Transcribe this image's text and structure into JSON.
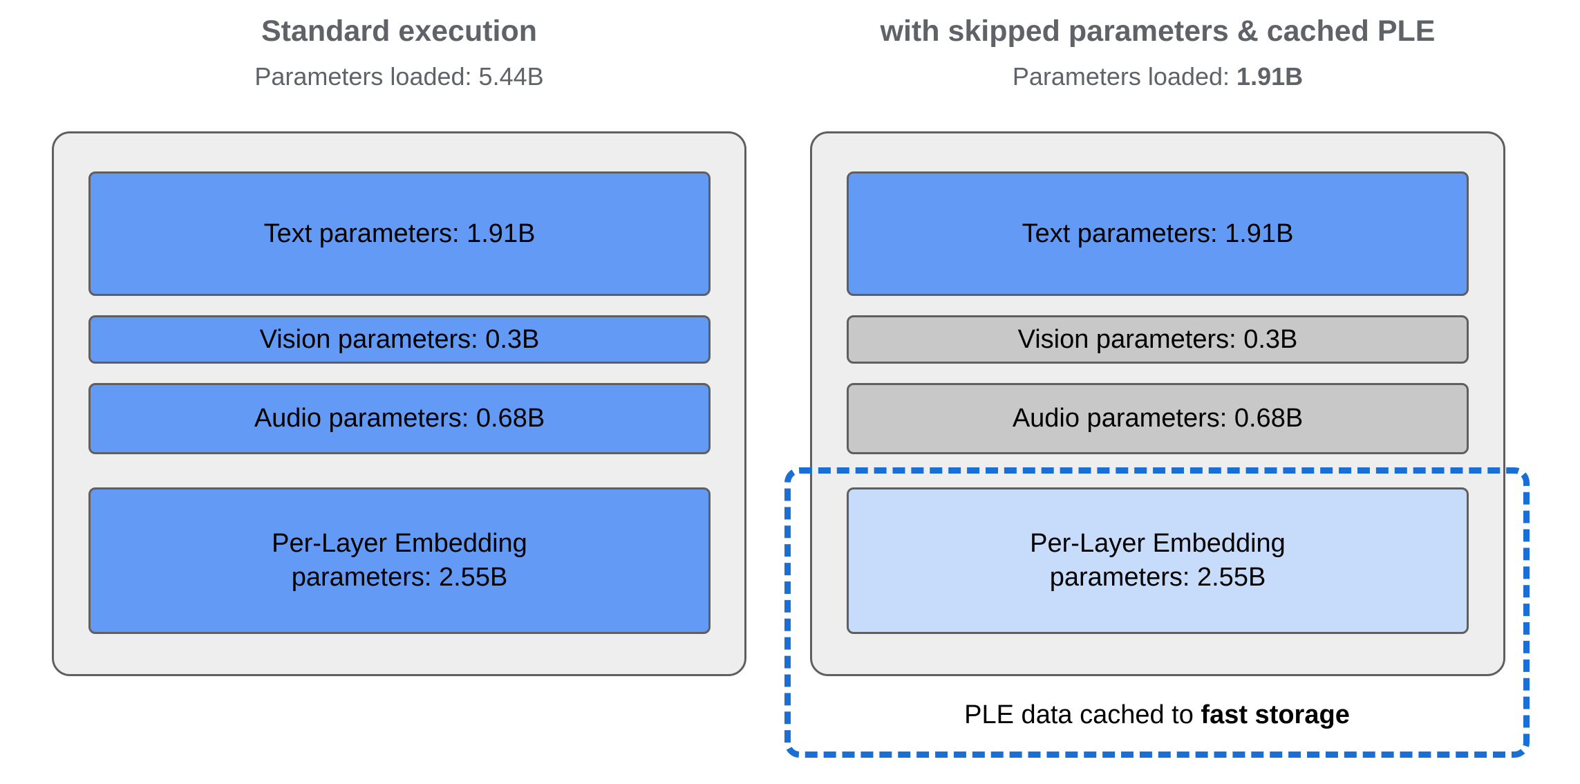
{
  "figure": {
    "title": "",
    "columns": [
      {
        "id": "standard",
        "title": "Standard execution",
        "subtitle_prefix": "Parameters loaded: ",
        "subtitle_value": "5.44B",
        "subtitle_value_bold": false,
        "boxes": [
          {
            "id": "text",
            "label": "Text parameters: 1.91B",
            "state": "loaded",
            "color": "#629af5",
            "value_b": 1.91
          },
          {
            "id": "vision",
            "label": "Vision parameters: 0.3B",
            "state": "loaded",
            "color": "#629af5",
            "value_b": 0.3
          },
          {
            "id": "audio",
            "label": "Audio parameters: 0.68B",
            "state": "loaded",
            "color": "#629af5",
            "value_b": 0.68
          },
          {
            "id": "ple",
            "label_line1": "Per-Layer Embedding",
            "label_line2": "parameters: 2.55B",
            "state": "loaded",
            "color": "#629af5",
            "value_b": 2.55
          }
        ]
      },
      {
        "id": "optimized",
        "title": "with skipped parameters & cached PLE",
        "subtitle_prefix": "Parameters loaded: ",
        "subtitle_value": "1.91B",
        "subtitle_value_bold": true,
        "boxes": [
          {
            "id": "text",
            "label": "Text parameters: 1.91B",
            "state": "loaded",
            "color": "#629af5",
            "value_b": 1.91
          },
          {
            "id": "vision",
            "label": "Vision parameters: 0.3B",
            "state": "skipped",
            "color": "#c8c8c8",
            "value_b": 0.3
          },
          {
            "id": "audio",
            "label": "Audio parameters: 0.68B",
            "state": "skipped",
            "color": "#c8c8c8",
            "value_b": 0.68
          },
          {
            "id": "ple",
            "label_line1": "Per-Layer Embedding",
            "label_line2": "parameters: 2.55B",
            "state": "cached",
            "color": "#c6dcfa",
            "value_b": 2.55
          }
        ],
        "cache_caption_prefix": "PLE data cached to ",
        "cache_caption_bold": "fast storage"
      }
    ],
    "colors": {
      "loaded_blue": "#629af5",
      "skipped_gray": "#c8c8c8",
      "cached_light_blue": "#c6dcfa",
      "panel_background": "#eeeeee",
      "box_border": "#5f5f5f",
      "dashed_accent": "#1a6fd4",
      "heading_text": "#5f6368",
      "body_text": "#000000",
      "page_background": "#ffffff"
    }
  }
}
